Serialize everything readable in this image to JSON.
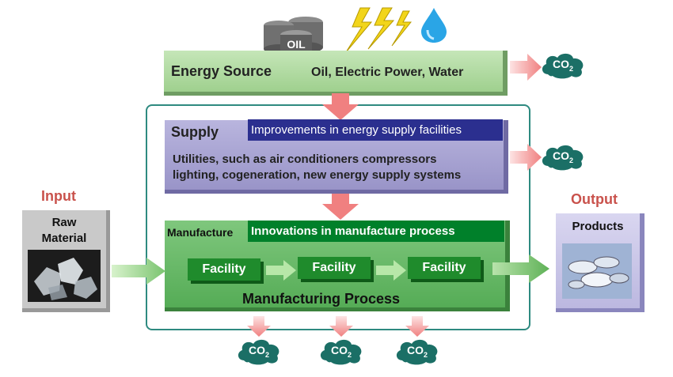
{
  "energy": {
    "title": "Energy Source",
    "sources": "Oil, Electric Power, Water",
    "oil_label": "OIL"
  },
  "supply": {
    "title": "Supply",
    "banner": "Improvements in energy supply facilities",
    "line1": "Utilities, such as air conditioners compressors",
    "line2": "lighting, cogeneration, new energy supply systems"
  },
  "manufacture": {
    "title": "Manufacture",
    "banner": "Innovations in manufacture process",
    "facilities": [
      "Facility",
      "Facility",
      "Facility"
    ],
    "process_label": "Manufacturing Process"
  },
  "input": {
    "label": "Input",
    "box_line1": "Raw",
    "box_line2": "Material"
  },
  "output": {
    "label": "Output",
    "box_label": "Products"
  },
  "co2": {
    "label": "CO",
    "subscript": "2"
  },
  "colors": {
    "energy_green": "#a8d699",
    "supply_purple": "#a5a1d0",
    "supply_banner": "#2b2f8f",
    "manufacture_green": "#62b563",
    "manufacture_banner": "#00802a",
    "arrow_pink": "#f08080",
    "co2_teal": "#1b6f66",
    "label_red": "#c9524c"
  }
}
